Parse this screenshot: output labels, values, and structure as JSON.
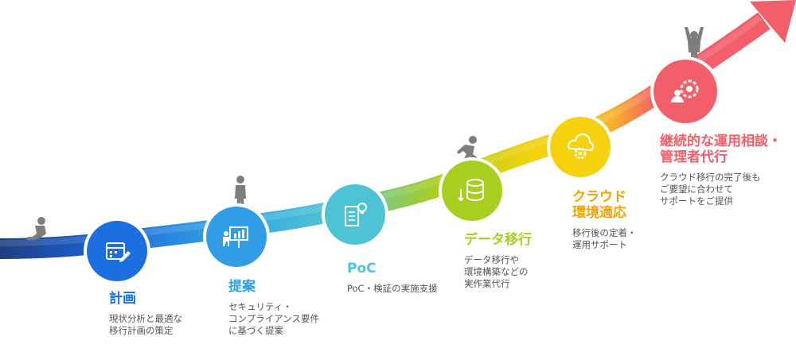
{
  "colors": {
    "path_start": "#1f3f7c",
    "arrow_head": "#f25f6a",
    "person": "#7d7d7d"
  },
  "steps": [
    {
      "title": "計画",
      "desc": "現状分析と最適な\n移行計画の策定",
      "color": "#1b6fe0",
      "icon": "calendar-pencil-icon"
    },
    {
      "title": "提案",
      "desc": "セキュリティ・\nコンプライアンス要件\nに基づく提案",
      "color": "#2f9ee6",
      "icon": "presentation-icon"
    },
    {
      "title": "PoC",
      "desc": "PoC・検証の実施支援",
      "color": "#4ec3d6",
      "icon": "document-bulb-icon"
    },
    {
      "title": "データ移行",
      "desc": "データ移行や\n環境構築などの\n実作業代行",
      "color": "#a8cf20",
      "icon": "database-transfer-icon"
    },
    {
      "title": "クラウド\n環境適応",
      "desc": "移行後の定着・\n運用サポート",
      "color": "#f5d20c",
      "icon": "cloud-gear-icon"
    },
    {
      "title": "継続的な運用相談・\n管理者代行",
      "desc": "クラウド移行の完了後も\nご要望に合わせて\nサポートをご提供",
      "color": "#f25f6a",
      "icon": "user-gear-icon"
    }
  ]
}
